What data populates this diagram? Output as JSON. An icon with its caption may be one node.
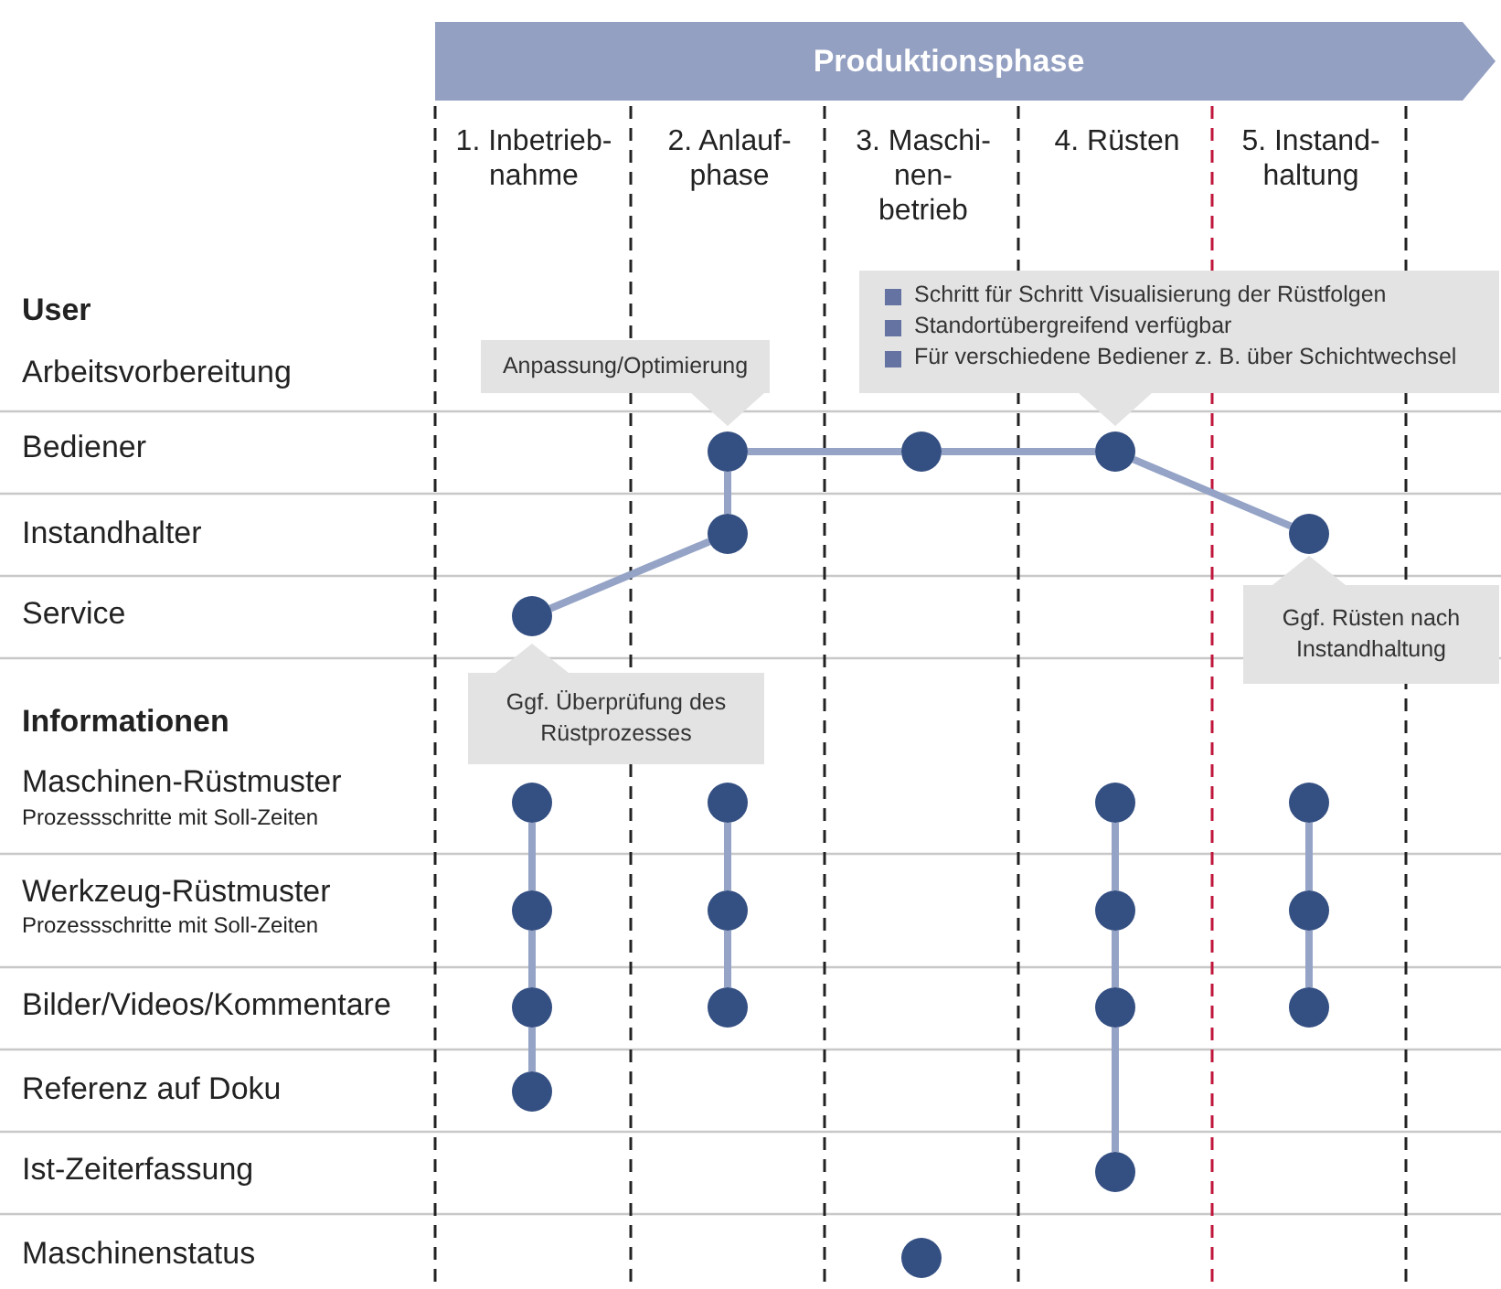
{
  "diagram": {
    "nodes": [
      {
        "text": [
          "Produktionsphase"
        ]
      },
      {
        "text": [
          "Schritt für Schritt Visualisierung der Rüstfolgen",
          "Standortübergreifend verfügbar",
          "Für verschiedene Bediener z. B. über Schichtwechsel"
        ]
      },
      {
        "text": [
          "Anpassung/Optimierung"
        ]
      },
      {
        "text": [],
        "shape": "circle"
      },
      {
        "text": [],
        "shape": "circle"
      },
      {
        "text": [],
        "shape": "circle"
      },
      {
        "text": [],
        "shape": "circle"
      },
      {
        "text": [],
        "shape": "circle"
      },
      {
        "text": [],
        "shape": "circle"
      },
      {
        "text": [
          "Ggf. Rüsten nach Instandhaltung"
        ]
      },
      {
        "text": [
          "Ggf. Überprüfung des Rüstprozesses"
        ]
      },
      {
        "text": [],
        "shape": "circle"
      },
      {
        "text": [],
        "shape": "circle"
      },
      {
        "text": [],
        "shape": "circle"
      },
      {
        "text": [],
        "shape": "circle"
      },
      {
        "text": [],
        "shape": "circle"
      },
      {
        "text": [],
        "shape": "circle"
      },
      {
        "text": [],
        "shape": "circle"
      },
      {
        "text": [],
        "shape": "circle"
      },
      {
        "text": [],
        "shape": "circle"
      },
      {
        "text": [],
        "shape": "circle"
      },
      {
        "text": [],
        "shape": "circle"
      },
      {
        "text": [],
        "shape": "circle"
      },
      {
        "text": [],
        "shape": "circle"
      },
      {
        "text": [],
        "shape": "circle"
      },
      {
        "text": [],
        "shape": "circle"
      }
    ],
    "edges": [
      {
        "from": 3,
        "to": 4,
        "arrow": "none"
      },
      {
        "from": 4,
        "to": 5,
        "arrow": "none"
      },
      {
        "from": 3,
        "to": 6,
        "arrow": "none"
      },
      {
        "from": 5,
        "to": 7,
        "arrow": "none"
      },
      {
        "from": 8,
        "to": 6,
        "arrow": "none"
      },
      {
        "from": 11,
        "to": 15,
        "arrow": "none"
      },
      {
        "from": 15,
        "to": 19,
        "arrow": "none"
      },
      {
        "from": 19,
        "to": 23,
        "arrow": "none"
      },
      {
        "from": 12,
        "to": 16,
        "arrow": "none"
      },
      {
        "from": 16,
        "to": 20,
        "arrow": "none"
      },
      {
        "from": 13,
        "to": 17,
        "arrow": "none"
      },
      {
        "from": 17,
        "to": 21,
        "arrow": "none"
      },
      {
        "from": 21,
        "to": 24,
        "arrow": "none"
      },
      {
        "from": 14,
        "to": 18,
        "arrow": "none"
      },
      {
        "from": 18,
        "to": 22,
        "arrow": "none"
      }
    ],
    "labels": [
      "1. Inbetrieb- nahme",
      "2. Anlauf- phase",
      "3. Maschi- nen- betrieb",
      "4. Rüsten",
      "5. Instand- haltung",
      "User",
      "Arbeitsvorbereitung",
      "Bediener",
      "Instandhalter",
      "Service",
      "Informationen",
      "Maschinen-Rüstmuster",
      "Prozessschritte mit Soll-Zeiten",
      "Werkzeug-Rüstmuster",
      "Prozessschritte mit Soll-Zeiten",
      "Bilder/Videos/Kommentare",
      "Referenz auf Doku",
      "Ist-Zeiterfassung",
      "Maschinenstatus"
    ]
  }
}
